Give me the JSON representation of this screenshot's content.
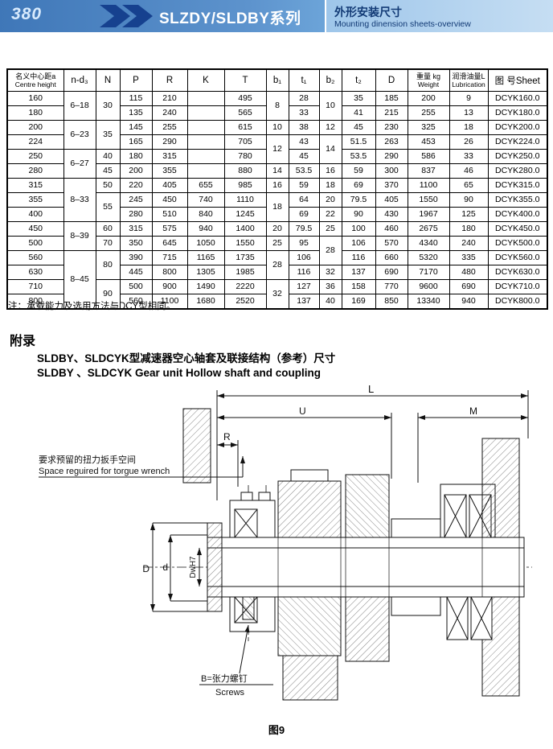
{
  "header": {
    "page_number": "380",
    "title": "SLZDY/SLDBY系列",
    "subtitle_zh": "外形安装尺寸",
    "subtitle_en": "Mounting dinension sheets-overview"
  },
  "colors": {
    "band_blue": "#3f77b8",
    "band_light_blue": "#9ec6ea",
    "chevron_navy": "#16418f",
    "text_navy": "#123a75"
  },
  "table": {
    "headers": [
      [
        "名义中心距a",
        "Centre height"
      ],
      [
        "n-d₃"
      ],
      [
        "N"
      ],
      [
        "P"
      ],
      [
        "R"
      ],
      [
        "K"
      ],
      [
        "T"
      ],
      [
        "b₁"
      ],
      [
        "t₁"
      ],
      [
        "b₂"
      ],
      [
        "t₂"
      ],
      [
        "D"
      ],
      [
        "重量 kg",
        "Weight"
      ],
      [
        "润滑油量L",
        "Lubrication"
      ],
      [
        "图 号Sheet"
      ]
    ],
    "rows": [
      [
        "160",
        [
          "6–18",
          2
        ],
        [
          "30",
          2
        ],
        "115",
        "210",
        "",
        "495",
        [
          "8",
          2
        ],
        "28",
        [
          "10",
          2
        ],
        "35",
        "185",
        "200",
        "9",
        "DCYK160.0"
      ],
      [
        "180",
        "135",
        "240",
        "",
        "565",
        "33",
        "41",
        "215",
        "255",
        "13",
        "DCYK180.0"
      ],
      [
        "200",
        [
          "6–23",
          2
        ],
        [
          "35",
          2
        ],
        "145",
        "255",
        "",
        "615",
        "10",
        "38",
        "12",
        "45",
        "230",
        "325",
        "18",
        "DCYK200.0"
      ],
      [
        "224",
        "165",
        "290",
        "",
        "705",
        [
          "12",
          2
        ],
        "43",
        [
          "14",
          2
        ],
        "51.5",
        "263",
        "453",
        "26",
        "DCYK224.0"
      ],
      [
        "250",
        [
          "6–27",
          2
        ],
        "40",
        "180",
        "315",
        "",
        "780",
        "45",
        "53.5",
        "290",
        "586",
        "33",
        "DCYK250.0"
      ],
      [
        "280",
        "45",
        "200",
        "355",
        "",
        "880",
        "14",
        "53.5",
        "16",
        "59",
        "300",
        "837",
        "46",
        "DCYK280.0"
      ],
      [
        "315",
        [
          "8–33",
          3
        ],
        "50",
        "220",
        "405",
        "655",
        "985",
        "16",
        "59",
        "18",
        "69",
        "370",
        "1100",
        "65",
        "DCYK315.0"
      ],
      [
        "355",
        [
          "55",
          2
        ],
        "245",
        "450",
        "740",
        "1110",
        [
          "18",
          2
        ],
        "64",
        "20",
        "79.5",
        "405",
        "1550",
        "90",
        "DCYK355.0"
      ],
      [
        "400",
        "280",
        "510",
        "840",
        "1245",
        "69",
        "22",
        "90",
        "430",
        "1967",
        "125",
        "DCYK400.0"
      ],
      [
        "450",
        [
          "8–39",
          2
        ],
        "60",
        "315",
        "575",
        "940",
        "1400",
        "20",
        "79.5",
        "25",
        "100",
        "460",
        "2675",
        "180",
        "DCYK450.0"
      ],
      [
        "500",
        "70",
        "350",
        "645",
        "1050",
        "1550",
        "25",
        "95",
        [
          "28",
          2
        ],
        "106",
        "570",
        "4340",
        "240",
        "DCYK500.0"
      ],
      [
        "560",
        [
          "8–45",
          4
        ],
        [
          "80",
          2
        ],
        "390",
        "715",
        "1165",
        "1735",
        [
          "28",
          2
        ],
        "106",
        "116",
        "660",
        "5320",
        "335",
        "DCYK560.0"
      ],
      [
        "630",
        "445",
        "800",
        "1305",
        "1985",
        "116",
        "32",
        "137",
        "690",
        "7170",
        "480",
        "DCYK630.0"
      ],
      [
        "710",
        [
          "90",
          2
        ],
        "500",
        "900",
        "1490",
        "2220",
        [
          "32",
          2
        ],
        "127",
        "36",
        "158",
        "770",
        "9600",
        "690",
        "DCYK710.0"
      ],
      [
        "800",
        "560",
        "1100",
        "1680",
        "2520",
        "137",
        "40",
        "169",
        "850",
        "13340",
        "940",
        "DCYK800.0"
      ]
    ]
  },
  "note": "注：承载能力及选用方法与DCY型相同。",
  "appendix": {
    "heading": "附录",
    "line_zh": "SLDBY、SLDCYK型减速器空心轴套及联接结构（参考）尺寸",
    "line_en": "SLDBY 、SLDCYK Gear unit Hollow shaft and coupling"
  },
  "drawing": {
    "labels": {
      "L": "L",
      "U": "U",
      "M": "M",
      "R": "R",
      "D": "D",
      "d": "d",
      "DwH7": "DwH7",
      "wrench_zh": "要求预留的扭力扳手空间",
      "wrench_en": "Space reguired for torgue wrench",
      "screws_zh": "B=张力螺钉",
      "screws_en": "Screws"
    },
    "figure_caption": "图9"
  }
}
